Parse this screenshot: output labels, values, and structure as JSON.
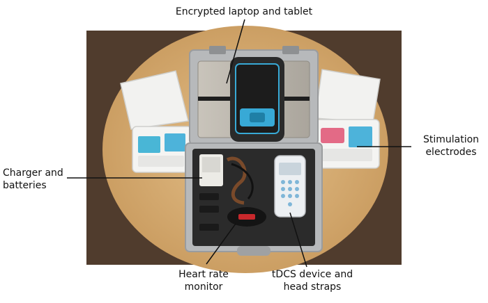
{
  "figure": {
    "labels": {
      "laptop": "Encrypted laptop and tablet",
      "charger_line1": "Charger and",
      "charger_line2": "batteries",
      "electrodes_line1": "Stimulation",
      "electrodes_line2": "electrodes",
      "heart_line1": "Heart rate",
      "heart_line2": "monitor",
      "tdcs_line1": "tDCS device and",
      "tdcs_line2": "head straps"
    },
    "colors": {
      "table": "#d9b37c",
      "floor": "#5a4434",
      "case": "#b7b9bb",
      "foam": "#2b2b2b",
      "tablet_accent": "#38a9d6"
    }
  }
}
